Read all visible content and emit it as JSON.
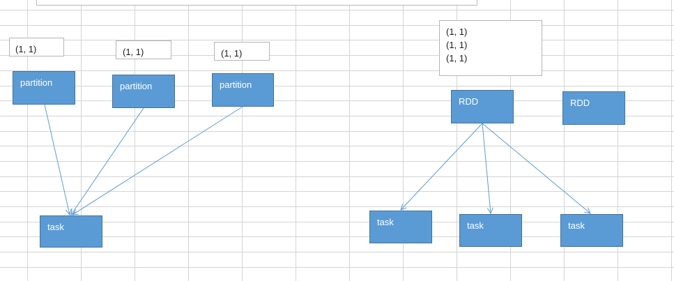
{
  "diagram": {
    "left_group": {
      "values": [
        "(1, 1)",
        "(1, 1)",
        "(1, 1)"
      ],
      "partitions": [
        "partition",
        "partition",
        "partition"
      ],
      "task": "task"
    },
    "right_group": {
      "values_box": [
        "(1, 1)",
        "(1, 1)",
        "(1, 1)"
      ],
      "rdd_primary": "RDD",
      "rdd_secondary": "RDD",
      "tasks": [
        "task",
        "task",
        "task"
      ]
    },
    "colors": {
      "node_fill": "#5b9bd5",
      "node_border": "#41719c",
      "arrow": "#5b9bd5",
      "grid": "#d4d4d4"
    }
  }
}
